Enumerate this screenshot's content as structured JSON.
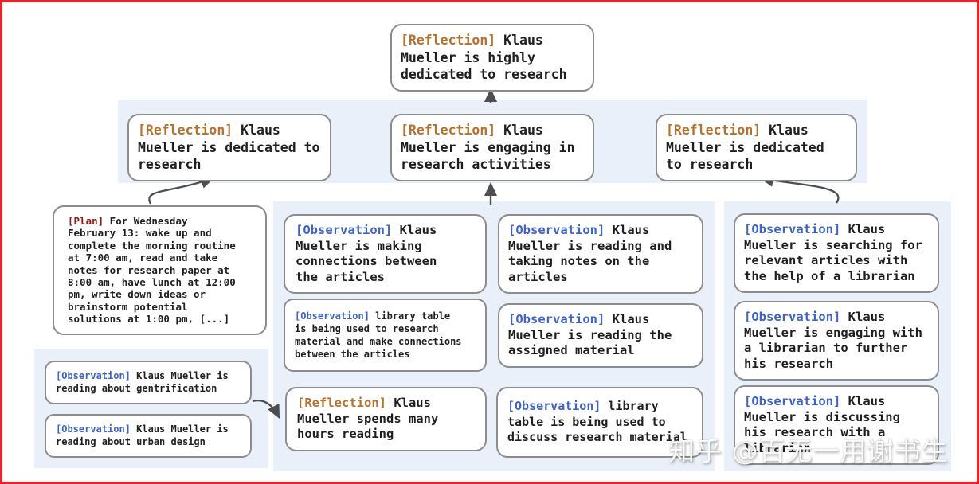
{
  "watermark": "知乎 @百无一用谢书生",
  "colors": {
    "frame": "#e4262c",
    "band": "#e9f0fa",
    "box_border": "#8c8c8c",
    "reflection_tag": "#b5722c",
    "observation_tag": "#3e63c0",
    "plan_tag": "#8e1b10",
    "arrow": "#4d4d52"
  },
  "nodes": {
    "top": {
      "tag": "[Reflection]",
      "text": "Klaus Mueller is highly dedicated to research"
    },
    "row2": [
      {
        "tag": "[Reflection]",
        "text": "Klaus Mueller is dedicated to research"
      },
      {
        "tag": "[Reflection]",
        "text": "Klaus Mueller is engaging in research activities"
      },
      {
        "tag": "[Reflection]",
        "text": "Klaus Mueller is dedicated to research"
      }
    ],
    "plan": {
      "tag": "[Plan]",
      "text": "For Wednesday February 13: wake up and complete the morning routine at 7:00 am, read and take notes for research paper at 8:00 am, have lunch at 12:00 pm, write down ideas or brainstorm potential solutions at 1:00 pm, [...]"
    },
    "left_observations": [
      {
        "tag": "[Observation]",
        "text": "Klaus Mueller is reading about gentrification"
      },
      {
        "tag": "[Observation]",
        "text": "Klaus Mueller is reading about urban design"
      }
    ],
    "mid_col_a": [
      {
        "tag": "[Observation]",
        "text": "Klaus Mueller is making connections between the articles"
      },
      {
        "tag": "[Observation]",
        "text": "library table is being used to research material and make connections between the articles"
      },
      {
        "tag": "[Reflection]",
        "text": "Klaus Mueller spends many hours reading"
      }
    ],
    "mid_col_b": [
      {
        "tag": "[Observation]",
        "text": "Klaus Mueller is reading and taking notes on the articles"
      },
      {
        "tag": "[Observation]",
        "text": "Klaus Mueller is reading the assigned material"
      },
      {
        "tag": "[Observation]",
        "text": "library table is being used to discuss research material"
      }
    ],
    "right_col": [
      {
        "tag": "[Observation]",
        "text": "Klaus Mueller is searching for relevant articles with the help of a librarian"
      },
      {
        "tag": "[Observation]",
        "text": "Klaus Mueller is engaging with a librarian to further his research"
      },
      {
        "tag": "[Observation]",
        "text": "Klaus Mueller is discussing his research with a librarian"
      }
    ]
  }
}
